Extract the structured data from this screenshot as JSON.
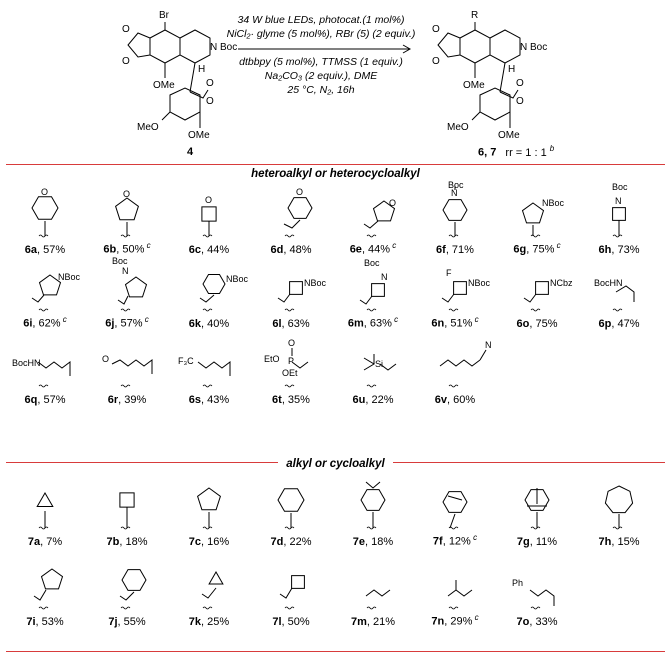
{
  "scheme": {
    "reactant_label": "4",
    "product_label": "6, 7",
    "product_ratio": "rr = 1 : 1",
    "product_ratio_note": "b",
    "reactant_atoms": [
      "Br",
      "N",
      "Boc",
      "H",
      "OMe",
      "O",
      "O",
      "O",
      "O",
      "MeO",
      "OMe"
    ],
    "product_atoms": [
      "R",
      "N",
      "Boc",
      "H",
      "OMe",
      "O",
      "O",
      "O",
      "O",
      "MeO",
      "OMe"
    ],
    "conditions": [
      "34 W blue LEDs, photocat.(1 mol%)",
      "NiCl₂· glyme (5 mol%), RBr (5) (2 equiv.)",
      "dtbbpy (5 mol%), TTMSS (1 equiv.)",
      "Na₂CO₃ (2 equiv.), DME",
      "25 °C, N₂, 16h"
    ]
  },
  "sections": [
    {
      "title": "heteroalkyl or heterocycloalkyl",
      "rows": [
        [
          {
            "id": "6a",
            "yield": "57%",
            "note": "",
            "struct": "thp"
          },
          {
            "id": "6b",
            "yield": "50%",
            "note": "c",
            "struct": "thf"
          },
          {
            "id": "6c",
            "yield": "44%",
            "note": "",
            "struct": "oxetane"
          },
          {
            "id": "6d",
            "yield": "48%",
            "note": "",
            "struct": "thp-ch2"
          },
          {
            "id": "6e",
            "yield": "44%",
            "note": "c",
            "struct": "thf-ch2"
          },
          {
            "id": "6f",
            "yield": "71%",
            "note": "",
            "struct": "pip-boc"
          },
          {
            "id": "6g",
            "yield": "75%",
            "note": "c",
            "struct": "pyr-boc"
          },
          {
            "id": "6h",
            "yield": "73%",
            "note": "",
            "struct": "aze-boc"
          }
        ],
        [
          {
            "id": "6i",
            "yield": "62%",
            "note": "c",
            "struct": "pyr-ch2"
          },
          {
            "id": "6j",
            "yield": "57%",
            "note": "c",
            "struct": "pyr2-ch2"
          },
          {
            "id": "6k",
            "yield": "40%",
            "note": "",
            "struct": "pip-ch2"
          },
          {
            "id": "6l",
            "yield": "63%",
            "note": "",
            "struct": "aze-ch2"
          },
          {
            "id": "6m",
            "yield": "63%",
            "note": "c",
            "struct": "aze2"
          },
          {
            "id": "6n",
            "yield": "51%",
            "note": "c",
            "struct": "aze-f"
          },
          {
            "id": "6o",
            "yield": "75%",
            "note": "",
            "struct": "aze-cbz"
          },
          {
            "id": "6p",
            "yield": "47%",
            "note": "",
            "struct": "bochn-c2"
          }
        ],
        [
          {
            "id": "6q",
            "yield": "57%",
            "note": "",
            "struct": "bochn-c4"
          },
          {
            "id": "6r",
            "yield": "39%",
            "note": "",
            "struct": "meo-c4"
          },
          {
            "id": "6s",
            "yield": "43%",
            "note": "",
            "struct": "cf3-c4"
          },
          {
            "id": "6t",
            "yield": "35%",
            "note": "",
            "struct": "phosph"
          },
          {
            "id": "6u",
            "yield": "22%",
            "note": "",
            "struct": "tms"
          },
          {
            "id": "6v",
            "yield": "60%",
            "note": "",
            "struct": "nitrile"
          }
        ]
      ]
    },
    {
      "title": "alkyl or cycloalkyl",
      "rows": [
        [
          {
            "id": "7a",
            "yield": "7%",
            "note": "",
            "struct": "cprop"
          },
          {
            "id": "7b",
            "yield": "18%",
            "note": "",
            "struct": "cbut"
          },
          {
            "id": "7c",
            "yield": "16%",
            "note": "",
            "struct": "cpent"
          },
          {
            "id": "7d",
            "yield": "22%",
            "note": "",
            "struct": "chex"
          },
          {
            "id": "7e",
            "yield": "18%",
            "note": "",
            "struct": "dmchex"
          },
          {
            "id": "7f",
            "yield": "12%",
            "note": "c",
            "struct": "norb"
          },
          {
            "id": "7g",
            "yield": "11%",
            "note": "",
            "struct": "adam"
          },
          {
            "id": "7h",
            "yield": "15%",
            "note": "",
            "struct": "chept"
          }
        ],
        [
          {
            "id": "7i",
            "yield": "53%",
            "note": "",
            "struct": "cpent-ch2"
          },
          {
            "id": "7j",
            "yield": "55%",
            "note": "",
            "struct": "chex-ch2"
          },
          {
            "id": "7k",
            "yield": "25%",
            "note": "",
            "struct": "cprop-ch2"
          },
          {
            "id": "7l",
            "yield": "50%",
            "note": "",
            "struct": "cbut-ch2"
          },
          {
            "id": "7m",
            "yield": "21%",
            "note": "",
            "struct": "butyl"
          },
          {
            "id": "7n",
            "yield": "29%",
            "note": "c",
            "struct": "isopentyl"
          },
          {
            "id": "7o",
            "yield": "33%",
            "note": "",
            "struct": "phpropyl"
          }
        ]
      ]
    }
  ]
}
